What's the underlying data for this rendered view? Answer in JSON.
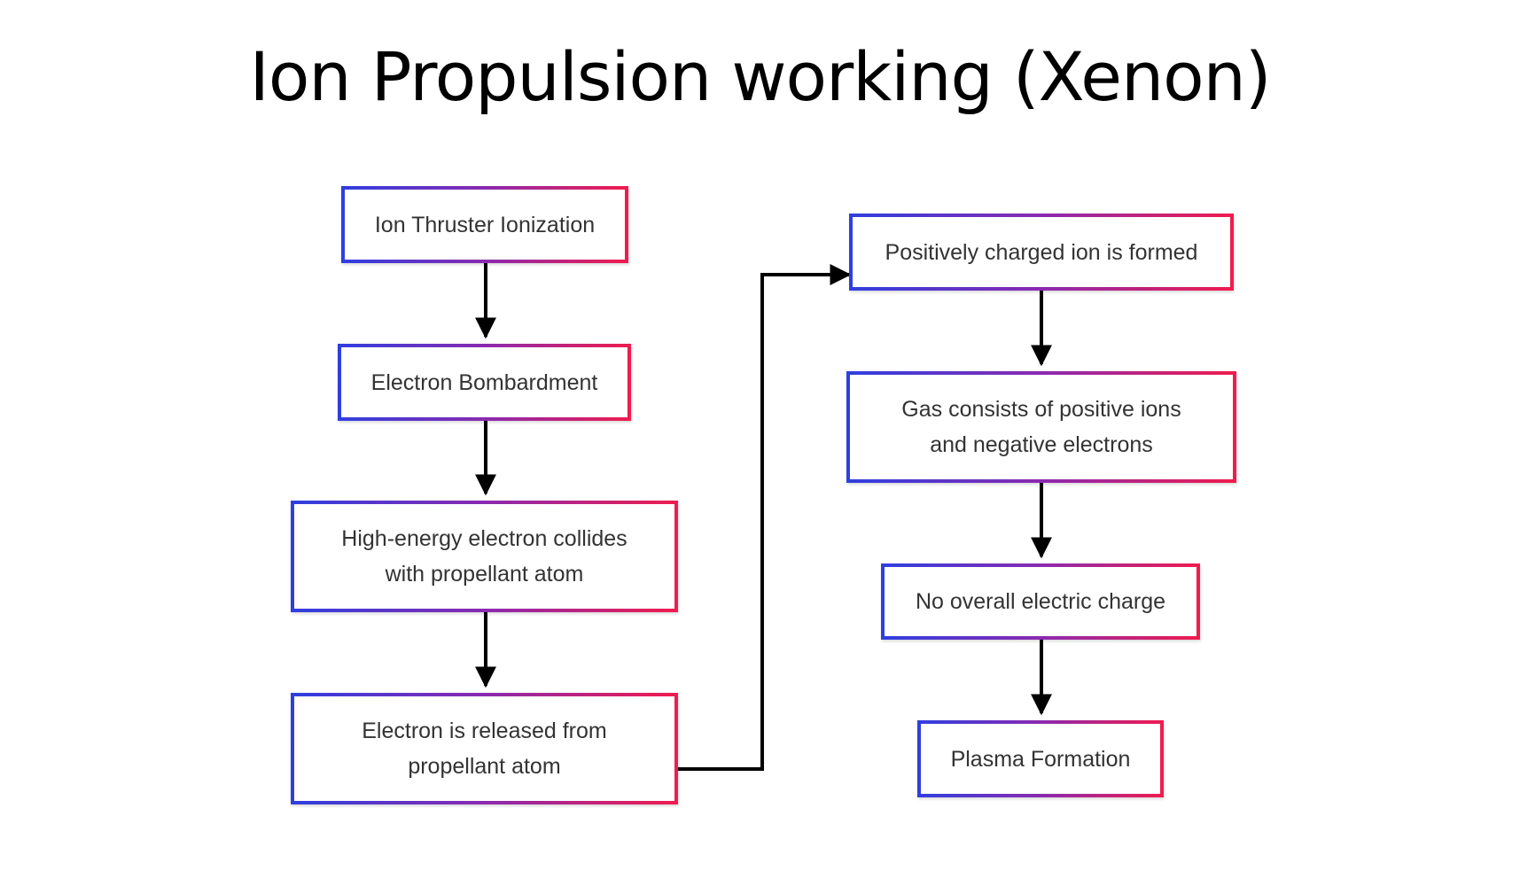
{
  "title": "Ion Propulsion working (Xenon)",
  "colors": {
    "border_start": "#2f3fe0",
    "border_mid": "#8a2ab0",
    "border_end": "#f01c4e",
    "arrow": "#000000"
  },
  "steps": {
    "ionization": "Ion Thruster Ionization",
    "bombardment": "Electron Bombardment",
    "collision": "High-energy electron collides\nwith propellant atom",
    "release": "Electron is released from\npropellant atom",
    "positive_ion": "Positively charged ion is formed",
    "gas": "Gas consists of positive ions\nand negative electrons",
    "neutral": "No overall electric charge",
    "plasma": "Plasma Formation"
  }
}
